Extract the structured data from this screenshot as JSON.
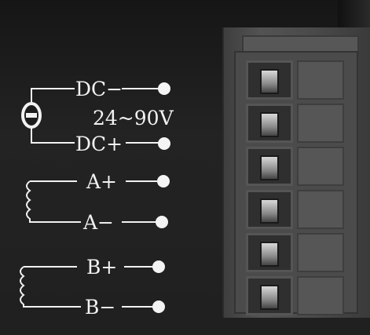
{
  "power": {
    "dc_minus": "DC−",
    "voltage": "24~90V",
    "dc_plus": "DC+"
  },
  "phase_a": {
    "a_plus": "A+",
    "a_minus": "A−"
  },
  "phase_b": {
    "b_plus": "B+",
    "b_minus": "B−"
  },
  "terminal_count": 6,
  "colors": {
    "background": "#1d1d1d",
    "label": "#f2f2f2",
    "connector": "#4b4b4b"
  }
}
